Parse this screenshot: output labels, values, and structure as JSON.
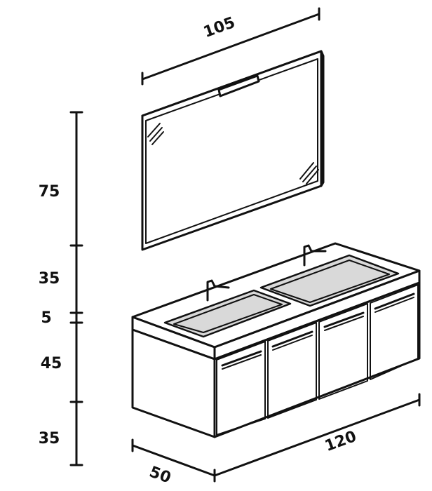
{
  "dimensions": {
    "mirror_width": "105",
    "height_mirror": "75",
    "height_gap": "35",
    "height_top": "5",
    "height_cabinet": "45",
    "height_floor": "35",
    "width_cabinet": "120",
    "depth_cabinet": "50"
  }
}
